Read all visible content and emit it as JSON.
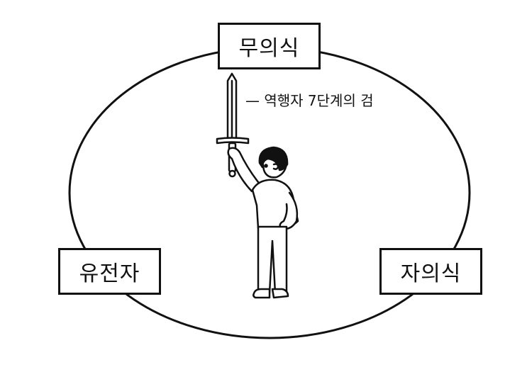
{
  "diagram": {
    "nodes": {
      "top": "무의식",
      "left": "유전자",
      "right": "자의식"
    },
    "sword_caption": "— 역행자 7단계의 검"
  },
  "colors": {
    "line": "#111111",
    "background": "#ffffff"
  },
  "icons": [
    "sword-icon",
    "person-figure"
  ]
}
